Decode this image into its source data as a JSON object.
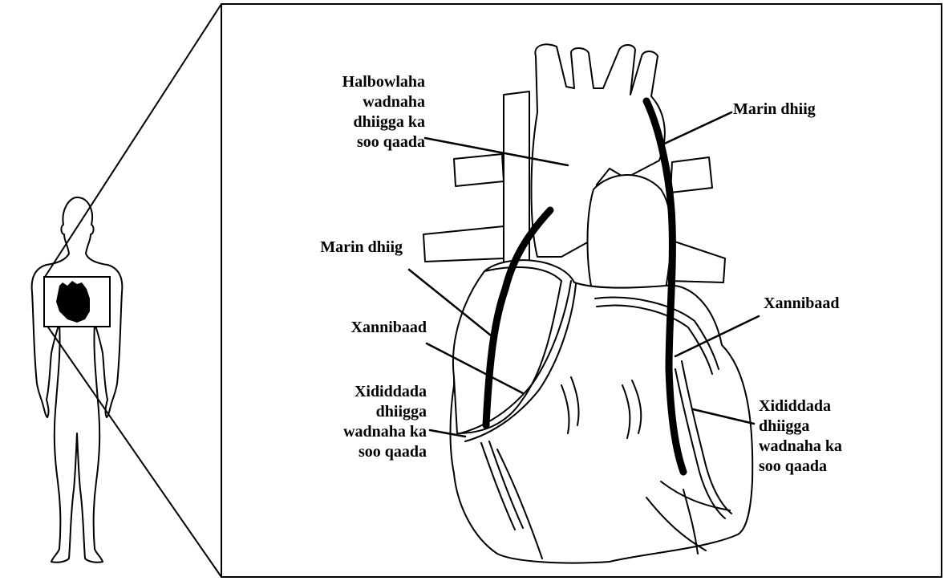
{
  "labels": {
    "aorta": [
      "Halbowlaha",
      "wadnaha",
      "dhiigga ka",
      "soo qaada"
    ],
    "vein_left": "Marin dhiig",
    "vein_right": "Marin dhiig",
    "blockage_left": "Xannibaad",
    "blockage_right": "Xannibaad",
    "artery_left": [
      "Xididdada",
      "dhiigga",
      "wadnaha ka",
      "soo qaada"
    ],
    "artery_right": [
      "Xididdada",
      "dhiigga",
      "wadnaha ka",
      "soo qaada"
    ]
  },
  "colors": {
    "line": "#000000",
    "background": "#ffffff"
  }
}
